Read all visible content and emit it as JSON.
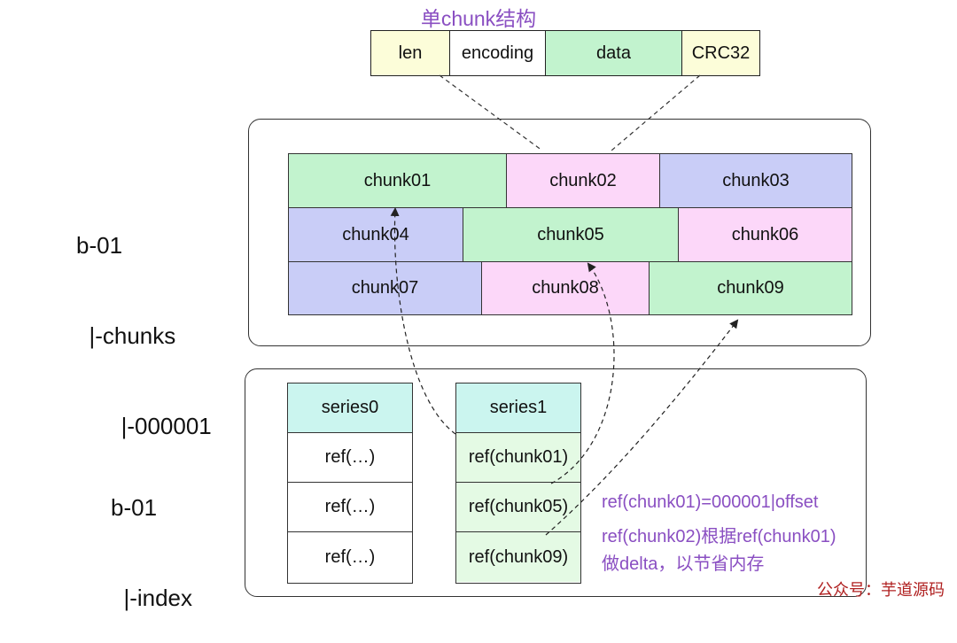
{
  "title": "单chunk结构",
  "header_fields": [
    {
      "label": "len",
      "color": "yellow"
    },
    {
      "label": "encoding",
      "color": "white"
    },
    {
      "label": "data",
      "color": "mint"
    },
    {
      "label": "CRC32",
      "color": "yellow"
    }
  ],
  "chunk_rows": [
    [
      {
        "label": "chunk01",
        "color": "mint"
      },
      {
        "label": "chunk02",
        "color": "pink"
      },
      {
        "label": "chunk03",
        "color": "lilac"
      }
    ],
    [
      {
        "label": "chunk04",
        "color": "lilac"
      },
      {
        "label": "chunk05",
        "color": "mint"
      },
      {
        "label": "chunk06",
        "color": "pink"
      }
    ],
    [
      {
        "label": "chunk07",
        "color": "lilac"
      },
      {
        "label": "chunk08",
        "color": "pink"
      },
      {
        "label": "chunk09",
        "color": "mint"
      }
    ]
  ],
  "left_labels": {
    "chunks_lines": [
      "b-01",
      "  |-chunks",
      "       |-000001"
    ],
    "index_lines": [
      "b-01",
      "  |-index"
    ]
  },
  "series0": {
    "header": "series0",
    "rows": [
      "ref(…)",
      "ref(…)",
      "ref(…)"
    ]
  },
  "series1": {
    "header": "series1",
    "rows": [
      "ref(chunk01)",
      "ref(chunk05)",
      "ref(chunk09)"
    ]
  },
  "notes": [
    "ref(chunk01)=000001|offset",
    "ref(chunk02)根据ref(chunk01)",
    "做delta，以节省内存"
  ],
  "watermark": "公众号：芋道源码",
  "colors": {
    "yellow": "#fcfdd9",
    "mint": "#c2f3ce",
    "pink": "#fcd7f9",
    "lilac": "#c9cdf7",
    "cyan": "#cbf5ef",
    "light_mint": "#e4fae4",
    "accent_purple": "#8a4fc2"
  }
}
